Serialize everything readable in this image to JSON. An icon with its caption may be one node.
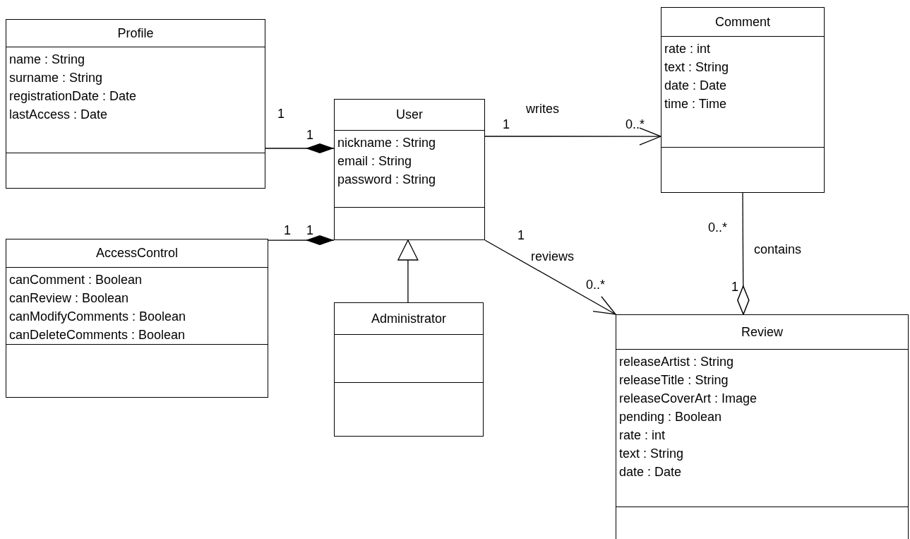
{
  "diagram": {
    "nodes": [
      {
        "text": [
          "Profile",
          "name : String",
          "surname : String",
          "registrationDate : Date",
          "lastAccess : Date"
        ]
      },
      {
        "text": [
          "Comment",
          "rate : int",
          "text : String",
          "date : Date",
          "time : Time"
        ]
      },
      {
        "text": [
          "User",
          "nickname : String",
          "email : String",
          "password : String"
        ]
      },
      {
        "text": [
          "AccessControl",
          "canComment : Boolean",
          "canReview : Boolean",
          "canModifyComments : Boolean",
          "canDeleteComments : Boolean"
        ]
      },
      {
        "text": [
          "Administrator"
        ]
      },
      {
        "text": [
          "Review",
          "releaseArtist : String",
          "releaseTitle : String",
          "releaseCoverArt : Image",
          "pending : Boolean",
          "rate : int",
          "text : String",
          "date : Date"
        ]
      }
    ],
    "edges": [
      {
        "from": 0,
        "to": 2,
        "arrow": "other"
      },
      {
        "from": 3,
        "to": 2,
        "arrow": "other"
      },
      {
        "from": 2,
        "to": 1,
        "arrow": "to",
        "label": "writes"
      },
      {
        "from": 2,
        "to": 5,
        "arrow": "to",
        "label": "reviews"
      },
      {
        "from": 4,
        "to": 2,
        "arrow": "to"
      },
      {
        "from": 1,
        "to": 5,
        "arrow": "other",
        "label": "contains"
      }
    ],
    "labels": [
      "1",
      "1",
      "1",
      "1",
      "1",
      "0..*",
      "1",
      "0..*",
      "0..*",
      "1"
    ]
  }
}
